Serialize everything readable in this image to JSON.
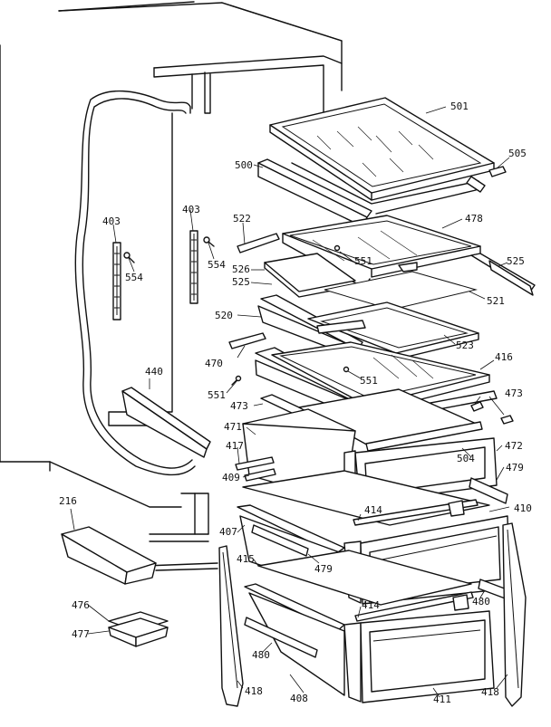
{
  "labels": {
    "l501": "501",
    "l505": "505",
    "l500": "500",
    "l478": "478",
    "l522": "522",
    "l551a": "551",
    "l525a": "525",
    "l526": "526",
    "l525b": "525",
    "l521": "521",
    "l520": "520",
    "l523": "523",
    "l470": "470",
    "l416": "416",
    "l551b": "551",
    "l551c": "551",
    "l473a": "473",
    "l473b": "473",
    "l440": "440",
    "l471": "471",
    "l417": "417",
    "l504": "504",
    "l472": "472",
    "l409": "409",
    "l479a": "479",
    "l216": "216",
    "l414a": "414",
    "l410": "410",
    "l407": "407",
    "l479b": "479",
    "l415": "415",
    "l414b": "414",
    "l480a": "480",
    "l476": "476",
    "l477": "477",
    "l480b": "480",
    "l418a": "418",
    "l408": "408",
    "l411": "411",
    "l418b": "418",
    "l403a": "403",
    "l554a": "554",
    "l403b": "403",
    "l554b": "554"
  }
}
